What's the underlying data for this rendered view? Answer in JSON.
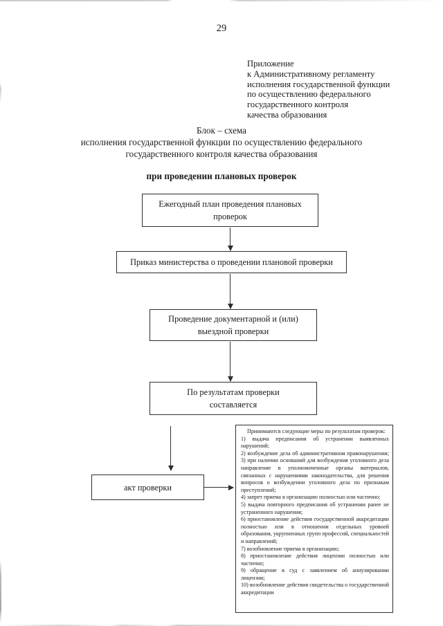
{
  "page": {
    "number": "29"
  },
  "appendix": {
    "lines": [
      "Приложение",
      "к Административному регламенту",
      "исполнения государственной функции",
      "по осуществлению федерального",
      "государственного контроля",
      "качества образования"
    ]
  },
  "title": {
    "line1": "Блок – схема",
    "line2": "исполнения государственной функции по осуществлению федерального",
    "line3": "государственного контроля качества образования",
    "subtitle": "при проведении плановых проверок"
  },
  "flowchart": {
    "box_annual": {
      "line1": "Ежегодный план проведения плановых",
      "line2": "проверок"
    },
    "box_order": {
      "line1": "Приказ министерства о проведении плановой проверки"
    },
    "box_conduct": {
      "line1": "Проведение документарной и (или)",
      "line2": "выездной проверки"
    },
    "box_results": {
      "line1": "По результатам проверки",
      "line2": "составляется"
    },
    "box_act": {
      "line1": "акт проверки"
    }
  },
  "measures": {
    "intro": "Принимаются следующие меры по результатам проверок:",
    "items": [
      "1) выдача предписания об устранении выявленных нарушений;",
      "2) возбуждение дела об административном правонарушении;",
      "3) при наличии оснований для возбуждения уголовного дела направление в уполномоченные органы материалов, связанных с нарушениями законодательства, для решения вопросов о возбуждении уголовного дела по признакам преступлений;",
      "4) запрет приема в организацию полностью или частично;",
      "5) выдача повторного предписания об устранении ранее не устраненного нарушения;",
      "6) приостановление действия государственной аккредитации полностью или в отношении отдельных уровней образования, укрупненных групп профессий, специальностей и направлений;",
      "7) возобновление приема в организацию;",
      "8) приостановление действия лицензии полностью или частично;",
      "9) обращение в суд с заявлением об аннулировании лицензии;",
      "10) возобновление действия свидетельства о государственной аккредитации"
    ]
  },
  "colors": {
    "ink": "#1a1a1a",
    "line": "#2d2d2d",
    "paper": "#ffffff"
  }
}
